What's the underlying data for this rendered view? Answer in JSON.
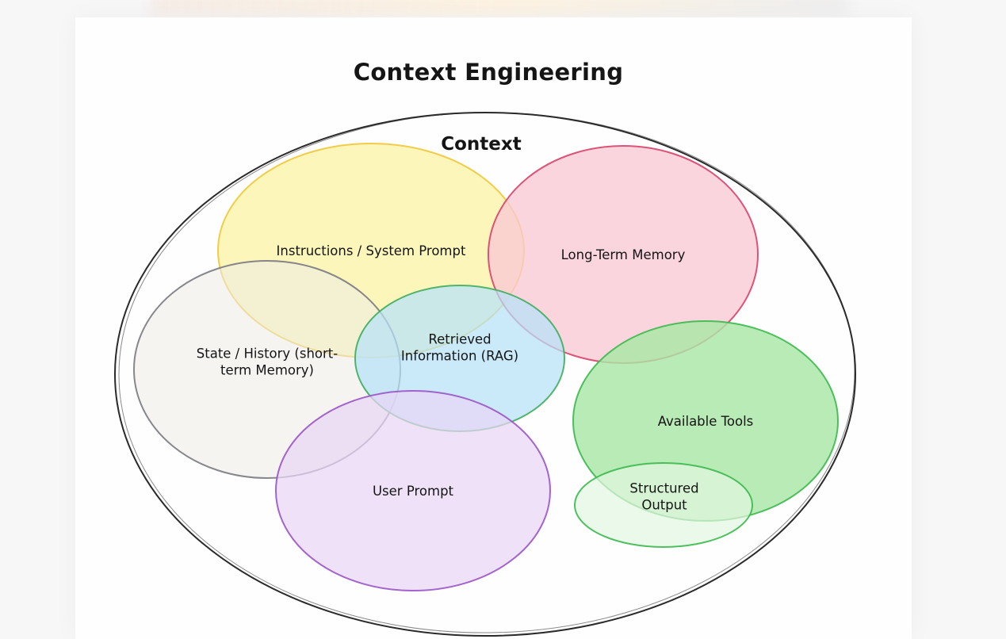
{
  "diagram": {
    "title": "Context Engineering",
    "container": {
      "label": "Context",
      "stroke": "#2a2a2a"
    },
    "components": [
      {
        "id": "instructions",
        "label_lines": [
          "Instructions / System Prompt"
        ],
        "fill": "#fbf3a6",
        "stroke": "#f0c83a"
      },
      {
        "id": "long-term-memory",
        "label_lines": [
          "Long-Term Memory"
        ],
        "fill": "#f9c9d3",
        "stroke": "#d9426a"
      },
      {
        "id": "state-history",
        "label_lines": [
          "State / History (short-",
          "term Memory)"
        ],
        "fill": "#ecebe6",
        "stroke": "#7a7a82"
      },
      {
        "id": "retrieved-information",
        "label_lines": [
          "Retrieved",
          "Information (RAG)"
        ],
        "fill": "#b6e2f8",
        "stroke": "#3fae5e"
      },
      {
        "id": "user-prompt",
        "label_lines": [
          "User Prompt"
        ],
        "fill": "#e9d6f4",
        "stroke": "#9a55c8"
      },
      {
        "id": "available-tools",
        "label_lines": [
          "Available Tools"
        ],
        "fill": "#a9e6a6",
        "stroke": "#3cb94e"
      },
      {
        "id": "structured-output",
        "label_lines": [
          "Structured",
          "Output"
        ],
        "fill": "#e3f6e1",
        "stroke": "#3cb94e"
      }
    ]
  }
}
